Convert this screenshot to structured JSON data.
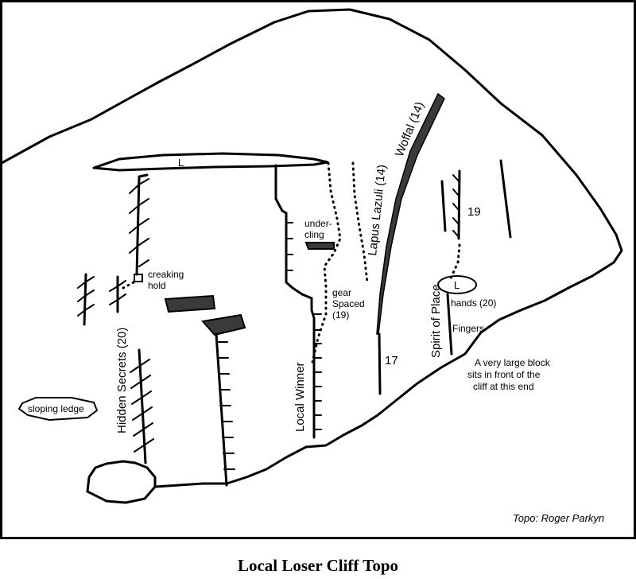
{
  "title": "Local Loser Cliff Topo",
  "credit": "Topo: Roger Parkyn",
  "routes": {
    "hidden_secrets": "Hidden Secrets (20)",
    "local_winner": "Local Winner",
    "lapus_lazuli": "Lapus Lazuli (14)",
    "woffal": "Woffal (14)",
    "spirit_of_place": "Spirit of Place"
  },
  "labels": {
    "ledge_L_top": "L",
    "ledge_L_right": "L",
    "creaking_1": "creaking",
    "creaking_2": "hold",
    "undercling_1": "under-",
    "undercling_2": "cling",
    "gear_1": "gear",
    "gear_2": "Spaced",
    "gear_3": "(19)",
    "grade_17": "17",
    "grade_19": "19",
    "hands": "hands (20)",
    "fingers": "Fingers",
    "sloping_ledge": "sloping ledge",
    "block_1": "A very large block",
    "block_2": "sits in front of the",
    "block_3": "cliff at this end"
  }
}
